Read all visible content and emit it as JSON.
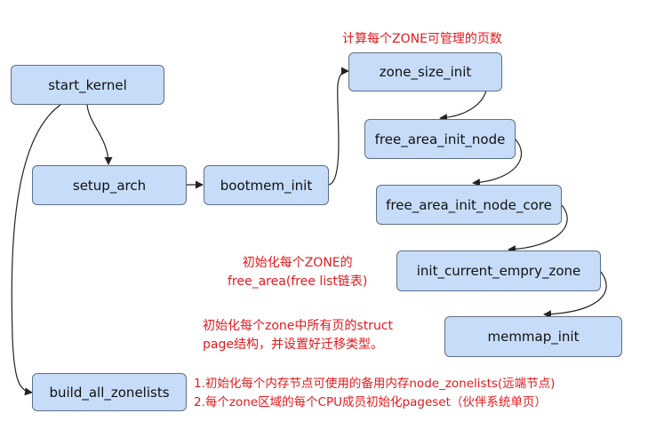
{
  "nodes": {
    "start_kernel": "start_kernel",
    "setup_arch": "setup_arch",
    "bootmem_init": "bootmem_init",
    "zone_size_init": "zone_size_init",
    "free_area_init_node": "free_area_init_node",
    "free_area_init_node_core": "free_area_init_node_core",
    "init_current_empry_zone": "init_current_empry_zone",
    "memmap_init": "memmap_init",
    "build_all_zonelists": "build_all_zonelists"
  },
  "notes": {
    "zone_size": "计算每个ZONE可管理的页数",
    "free_area_line1": "初始化每个ZONE的",
    "free_area_line2": "free_area(free list链表)",
    "struct_page_line1": "初始化每个zone中所有页的struct",
    "struct_page_line2": "page结构，并设置好迁移类型。",
    "zonelists_line1": "1.初始化每个内存节点可使用的备用内存node_zonelists(远端节点)",
    "zonelists_line2": "2.每个zone区域的每个CPU成员初始化pageset（伙伴系统单页）"
  },
  "colors": {
    "node_fill": "#c6dcf8",
    "node_border": "#5f6f86",
    "note_text": "#e4191c",
    "connector": "#222222"
  }
}
